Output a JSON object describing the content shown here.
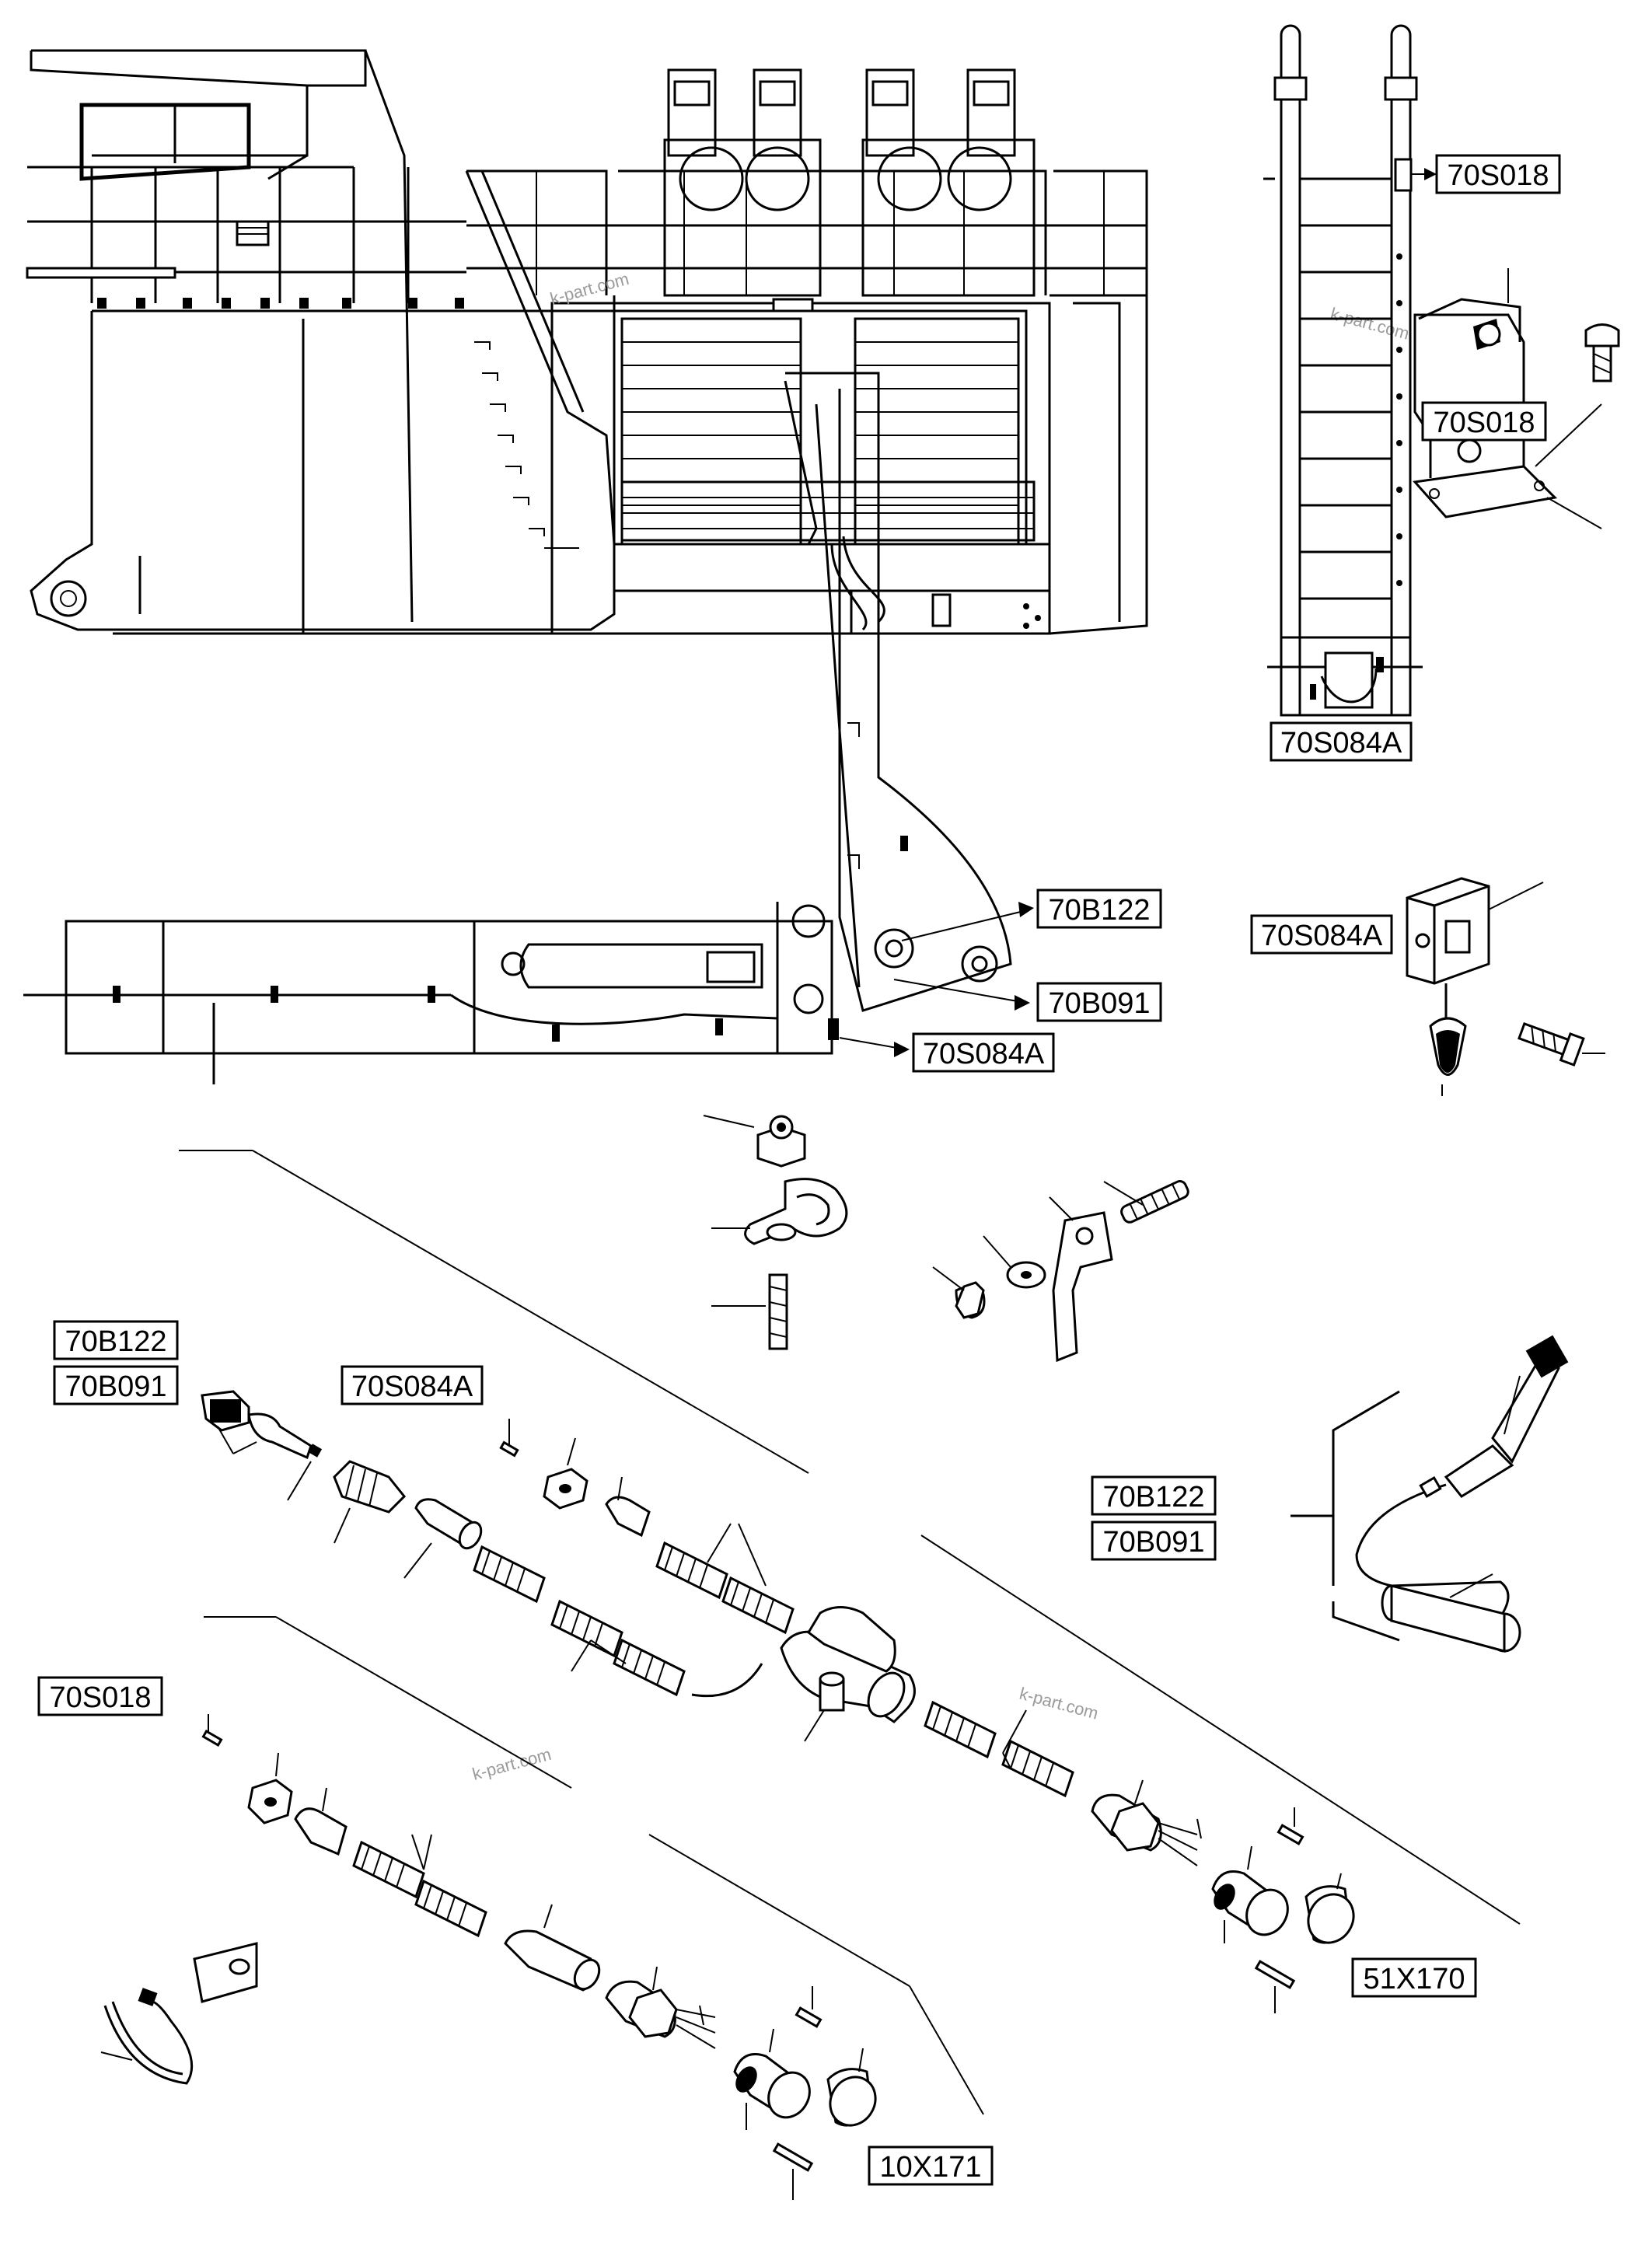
{
  "watermark": "k-part.com",
  "labels": {
    "l01": "70S018",
    "l02": "70S018",
    "l03": "70S084A",
    "l04": "70B122",
    "l05": "70S084A",
    "l06": "70B091",
    "l07": "70S084A",
    "l08": "70B122",
    "l09": "70B091",
    "l10": "70S084A",
    "l11": "70B122",
    "l12": "70B091",
    "l13": "70S018",
    "l14": "51X170",
    "l15": "10X171"
  },
  "colors": {
    "line": "#000000",
    "background": "#ffffff",
    "watermark": "#9a9a9a"
  }
}
